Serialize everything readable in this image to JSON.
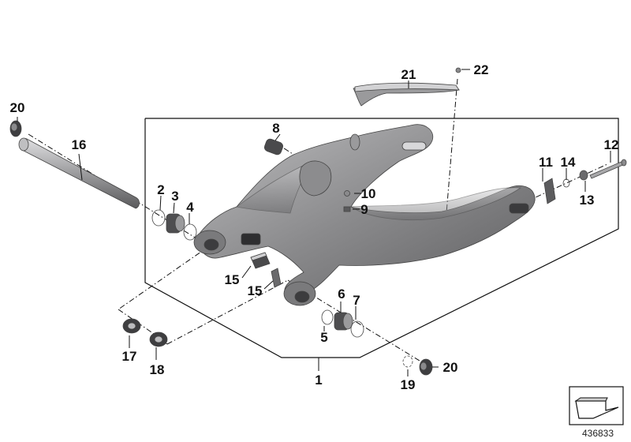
{
  "diagram": {
    "doc_number": "436833",
    "part_labels": {
      "p1": "1",
      "p2": "2",
      "p3": "3",
      "p4": "4",
      "p5": "5",
      "p6": "6",
      "p7": "7",
      "p8": "8",
      "p9": "9",
      "p10": "10",
      "p11": "11",
      "p12": "12",
      "p13": "13",
      "p14": "14",
      "p15a": "15",
      "p15b": "15",
      "p16": "16",
      "p17": "17",
      "p18": "18",
      "p19": "19",
      "p20a": "20",
      "p20b": "20",
      "p21": "21",
      "p22": "22"
    },
    "colors": {
      "swingarm_dark": "#6e6e70",
      "swingarm_light": "#c9c9cb",
      "part_dark": "#4a4a4c",
      "part_mid": "#9a9a9c",
      "line": "#111111"
    },
    "icons": {
      "corner_symbol": "arrow-icon"
    }
  }
}
